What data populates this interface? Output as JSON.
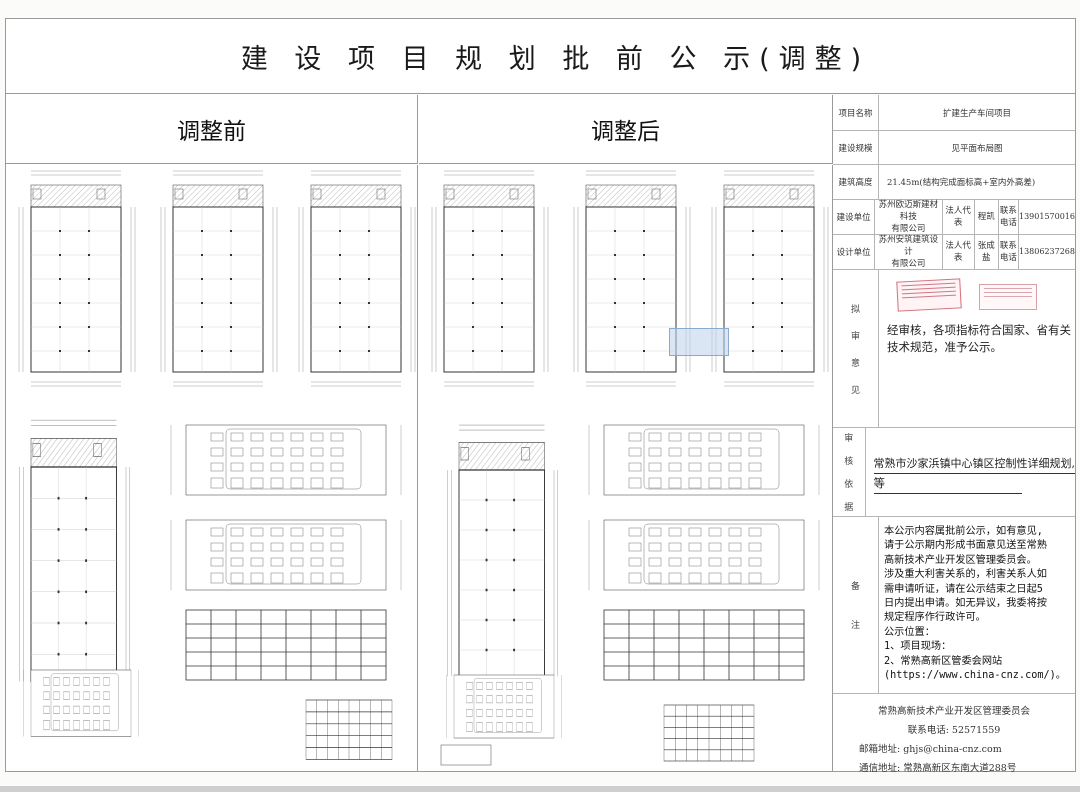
{
  "document": {
    "title": "建 设 项 目 规 划 批 前 公 示(调整)",
    "before_label": "调整前",
    "after_label": "调整后"
  },
  "info_panel": {
    "project_name": {
      "label": "项目名称",
      "value": "扩建生产车间项目"
    },
    "construction_scale": {
      "label": "建设规模",
      "value": "见平面布局图"
    },
    "building_height": {
      "label": "建筑高度",
      "value": "21.45m(结构完成面标高+室内外高差)"
    },
    "developer": {
      "label": "建设单位",
      "company_line1": "苏州欧迈斯建材科技",
      "company_line2": "有限公司",
      "legal_rep_label": "法人代表",
      "legal_rep": "程凯",
      "contact_label_1": "联系",
      "contact_label_2": "电话",
      "phone": "13901570016"
    },
    "designer": {
      "label": "设计单位",
      "company_line1": "苏州安筑建筑设计",
      "company_line2": "有限公司",
      "legal_rep_label": "法人代表",
      "legal_rep": "张成盐",
      "contact_label_1": "联系",
      "contact_label_2": "电话",
      "phone": "13806237268"
    },
    "opinion": {
      "label_chars": [
        "拟",
        "审",
        "意",
        "见"
      ],
      "line1": "经审核，各项指标符合国家、省有关",
      "line2": "技术规范，准予公示。"
    },
    "review_basis": {
      "label_chars": [
        "审",
        "核",
        "依",
        "据"
      ],
      "line1": "常熟市沙家浜镇中心镇区控制性详细规划,",
      "line2": "等"
    },
    "remarks": {
      "label_chars": [
        "备",
        "注"
      ],
      "lines": [
        "本公示内容属批前公示，如有意见,",
        "请于公示期内形成书面意见送至常熟",
        "高新技术产业开发区管理委员会。",
        "涉及重大利害关系的，利害关系人如",
        "需申请听证，请在公示结束之日起5",
        "日内提出申请。如无异议，我委将按",
        "规定程序作行政许可。",
        "公示位置：",
        "1、项目现场：",
        "2、常熟高新区管委会网站",
        "(https://www.china-cnz.com/)。"
      ]
    },
    "footer": {
      "org": "常熟高新技术产业开发区管理委员会",
      "phone": "联系电话: 52571559",
      "email": "邮箱地址: ghjs@china-cnz.com",
      "address": "通信地址: 常熟高新区东南大道288号"
    }
  },
  "drawings": {
    "before": [
      "floor-plan-1",
      "floor-plan-2",
      "floor-plan-3",
      "floor-plan-4",
      "elevation-south",
      "elevation-north",
      "elevation-side",
      "section-1",
      "section-2"
    ],
    "after": [
      "floor-plan-1",
      "floor-plan-2",
      "floor-plan-3",
      "floor-plan-4",
      "elevation-south",
      "elevation-north",
      "elevation-side",
      "section-1",
      "section-2"
    ]
  },
  "colors": {
    "stamp_red": "#d2707a",
    "stamp_blue": "#8aaad0",
    "line": "#9a9a9a"
  }
}
